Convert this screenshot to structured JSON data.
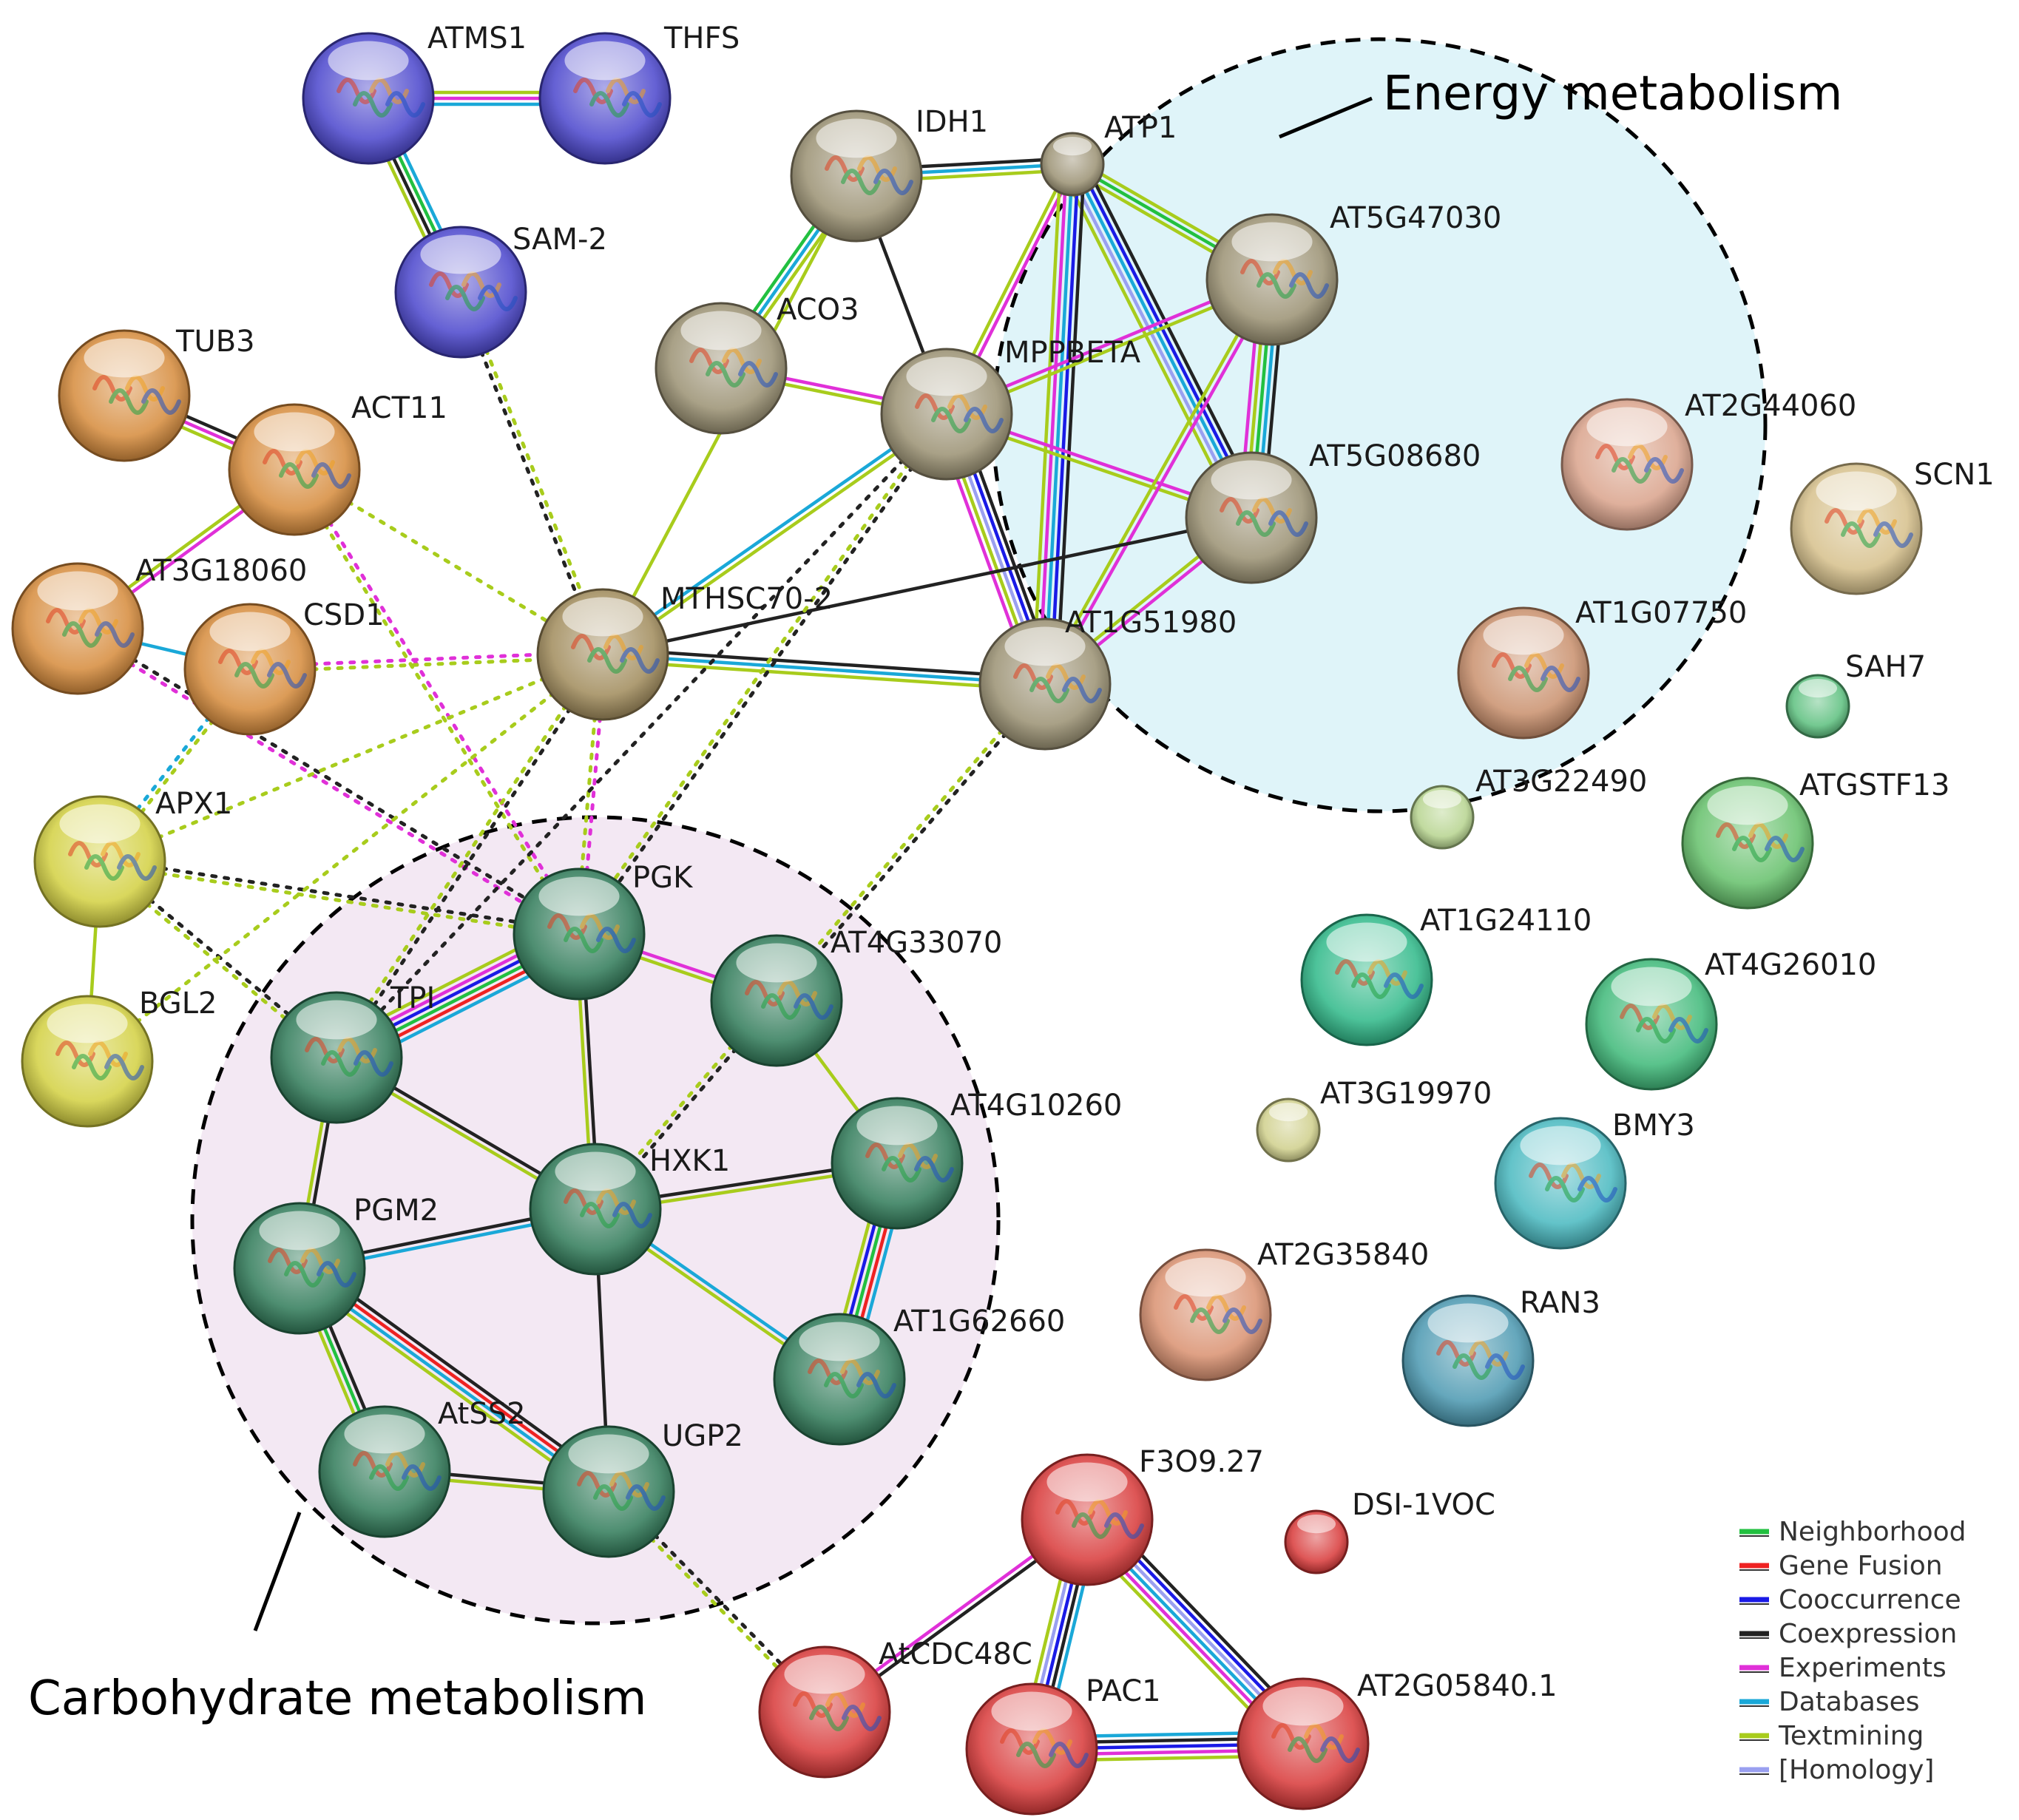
{
  "clusters": [
    {
      "id": "energy",
      "label": "Energy metabolism",
      "fill": "#dff4f9"
    },
    {
      "id": "carb",
      "label": "Carbohydrate metabolism",
      "fill": "#f3e8f3"
    }
  ],
  "colors": {
    "neighborhood": "#22c040",
    "fusion": "#ee2222",
    "cooccurrence": "#1a1ae6",
    "coexpression": "#222222",
    "experiments": "#e030d8",
    "databases": "#1aa8d8",
    "textmining": "#a8cc1c",
    "homology": "#9aa0f0"
  },
  "nodes": [
    {
      "id": "ATMS1",
      "label": "ATMS1",
      "color": "#4a45cc",
      "size": "large"
    },
    {
      "id": "THFS",
      "label": "THFS",
      "color": "#4a45cc",
      "size": "large"
    },
    {
      "id": "SAM-2",
      "label": "SAM-2",
      "color": "#4a45cc",
      "size": "large"
    },
    {
      "id": "TUB3",
      "label": "TUB3",
      "color": "#d68a3a",
      "size": "large"
    },
    {
      "id": "ACT11",
      "label": "ACT11",
      "color": "#d68a3a",
      "size": "large"
    },
    {
      "id": "AT3G18060",
      "label": "AT3G18060",
      "color": "#d68a3a",
      "size": "large"
    },
    {
      "id": "CSD1",
      "label": "CSD1",
      "color": "#d68a3a",
      "size": "large"
    },
    {
      "id": "APX1",
      "label": "APX1",
      "color": "#d2d040",
      "size": "large"
    },
    {
      "id": "BGL2",
      "label": "BGL2",
      "color": "#d2d040",
      "size": "large"
    },
    {
      "id": "MTHSC70-2",
      "label": "MTHSC70-2",
      "color": "#a08a5a",
      "size": "large"
    },
    {
      "id": "IDH1",
      "label": "IDH1",
      "color": "#9a9072",
      "size": "large"
    },
    {
      "id": "ATP1",
      "label": "ATP1",
      "color": "#9a9072",
      "size": "small"
    },
    {
      "id": "ACO3",
      "label": "ACO3",
      "color": "#9a9072",
      "size": "large"
    },
    {
      "id": "MPPBETA",
      "label": "MPPBETA",
      "color": "#9a9072",
      "size": "large"
    },
    {
      "id": "AT5G47030",
      "label": "AT5G47030",
      "color": "#9a9072",
      "size": "large"
    },
    {
      "id": "AT5G08680",
      "label": "AT5G08680",
      "color": "#9a9072",
      "size": "large"
    },
    {
      "id": "AT1G51980",
      "label": "AT1G51980",
      "color": "#9a9072",
      "size": "large"
    },
    {
      "id": "PGK",
      "label": "PGK",
      "color": "#2f7a58",
      "size": "large"
    },
    {
      "id": "AT4G33070",
      "label": "AT4G33070",
      "color": "#2f7a58",
      "size": "large"
    },
    {
      "id": "TPI",
      "label": "TPI",
      "color": "#2f7a58",
      "size": "large"
    },
    {
      "id": "HXK1",
      "label": "HXK1",
      "color": "#2f7a58",
      "size": "large"
    },
    {
      "id": "AT4G10260",
      "label": "AT4G10260",
      "color": "#2f7a58",
      "size": "large"
    },
    {
      "id": "PGM2",
      "label": "PGM2",
      "color": "#2f7a58",
      "size": "large"
    },
    {
      "id": "AT1G62660",
      "label": "AT1G62660",
      "color": "#2f7a58",
      "size": "large"
    },
    {
      "id": "AtSS2",
      "label": "AtSS2",
      "color": "#2f7a58",
      "size": "large"
    },
    {
      "id": "UGP2",
      "label": "UGP2",
      "color": "#2f7a58",
      "size": "large"
    },
    {
      "id": "AT2G44060",
      "label": "AT2G44060",
      "color": "#d9a28a",
      "size": "large"
    },
    {
      "id": "SCN1",
      "label": "SCN1",
      "color": "#d6c08a",
      "size": "large"
    },
    {
      "id": "AT1G07750",
      "label": "AT1G07750",
      "color": "#c98f6c",
      "size": "large"
    },
    {
      "id": "SAH7",
      "label": "SAH7",
      "color": "#5cbf7e",
      "size": "small"
    },
    {
      "id": "AT3G22490",
      "label": "AT3G22490",
      "color": "#b6d48e",
      "size": "small"
    },
    {
      "id": "ATGSTF13",
      "label": "ATGSTF13",
      "color": "#64c06a",
      "size": "large"
    },
    {
      "id": "AT1G24110",
      "label": "AT1G24110",
      "color": "#2eb888",
      "size": "large"
    },
    {
      "id": "AT4G26010",
      "label": "AT4G26010",
      "color": "#3db878",
      "size": "large"
    },
    {
      "id": "AT3G19970",
      "label": "AT3G19970",
      "color": "#cfcf8a",
      "size": "small"
    },
    {
      "id": "BMY3",
      "label": "BMY3",
      "color": "#48b8c0",
      "size": "large"
    },
    {
      "id": "AT2G35840",
      "label": "AT2G35840",
      "color": "#d99070",
      "size": "large"
    },
    {
      "id": "RAN3",
      "label": "RAN3",
      "color": "#4a98b0",
      "size": "large"
    },
    {
      "id": "F3O9.27",
      "label": "F3O9.27",
      "color": "#d83838",
      "size": "large"
    },
    {
      "id": "DSI-1VOC",
      "label": "DSI-1VOC",
      "color": "#d83838",
      "size": "small"
    },
    {
      "id": "AtCDC48C",
      "label": "AtCDC48C",
      "color": "#d83838",
      "size": "large"
    },
    {
      "id": "PAC1",
      "label": "PAC1",
      "color": "#d83838",
      "size": "large"
    },
    {
      "id": "AT2G05840.1",
      "label": "AT2G05840.1",
      "color": "#d83838",
      "size": "large"
    }
  ],
  "edges": [
    {
      "a": "ATMS1",
      "b": "THFS",
      "types": [
        "textmining",
        "experiments",
        "databases"
      ]
    },
    {
      "a": "ATMS1",
      "b": "SAM-2",
      "types": [
        "databases",
        "neighborhood",
        "coexpression",
        "textmining"
      ]
    },
    {
      "a": "TUB3",
      "b": "ACT11",
      "types": [
        "coexpression",
        "experiments",
        "textmining"
      ]
    },
    {
      "a": "ACT11",
      "b": "AT3G18060",
      "types": [
        "experiments",
        "textmining"
      ]
    },
    {
      "a": "AT3G18060",
      "b": "CSD1",
      "types": [
        "databases"
      ]
    },
    {
      "a": "APX1",
      "b": "BGL2",
      "types": [
        "textmining"
      ]
    },
    {
      "a": "IDH1",
      "b": "ATP1",
      "types": [
        "coexpression",
        "databases",
        "textmining"
      ]
    },
    {
      "a": "IDH1",
      "b": "ACO3",
      "types": [
        "textmining",
        "databases",
        "neighborhood"
      ]
    },
    {
      "a": "IDH1",
      "b": "MPPBETA",
      "types": [
        "coexpression"
      ]
    },
    {
      "a": "ATP1",
      "b": "MPPBETA",
      "types": [
        "experiments",
        "textmining"
      ]
    },
    {
      "a": "ATP1",
      "b": "AT5G47030",
      "types": [
        "textmining",
        "neighborhood",
        "textmining"
      ]
    },
    {
      "a": "ATP1",
      "b": "AT5G08680",
      "types": [
        "coexpression",
        "cooccurrence",
        "databases",
        "homology",
        "textmining"
      ]
    },
    {
      "a": "ATP1",
      "b": "AT1G51980",
      "types": [
        "coexpression",
        "cooccurrence",
        "databases",
        "experiments",
        "textmining"
      ]
    },
    {
      "a": "ACO3",
      "b": "MPPBETA",
      "types": [
        "experiments",
        "textmining"
      ]
    },
    {
      "a": "MPPBETA",
      "b": "AT5G47030",
      "types": [
        "experiments",
        "textmining"
      ]
    },
    {
      "a": "MPPBETA",
      "b": "AT5G08680",
      "types": [
        "experiments",
        "textmining"
      ]
    },
    {
      "a": "MPPBETA",
      "b": "AT1G51980",
      "types": [
        "coexpression",
        "cooccurrence",
        "homology",
        "textmining",
        "experiments"
      ]
    },
    {
      "a": "MPPBETA",
      "b": "MTHSC70-2",
      "types": [
        "textmining",
        "databases"
      ]
    },
    {
      "a": "AT5G47030",
      "b": "AT5G08680",
      "types": [
        "coexpression",
        "databases",
        "neighborhood",
        "textmining",
        "experiments"
      ]
    },
    {
      "a": "AT5G47030",
      "b": "AT1G51980",
      "types": [
        "experiments",
        "textmining"
      ]
    },
    {
      "a": "AT5G08680",
      "b": "AT1G51980",
      "types": [
        "experiments",
        "textmining"
      ]
    },
    {
      "a": "MTHSC70-2",
      "b": "AT1G51980",
      "types": [
        "coexpression",
        "databases",
        "textmining"
      ]
    },
    {
      "a": "MTHSC70-2",
      "b": "AT5G08680",
      "types": [
        "coexpression"
      ]
    },
    {
      "a": "MTHSC70-2",
      "b": "IDH1",
      "types": [
        "textmining"
      ]
    },
    {
      "a": "PGK",
      "b": "TPI",
      "types": [
        "databases",
        "fusion",
        "neighborhood",
        "cooccurrence",
        "experiments",
        "textmining"
      ]
    },
    {
      "a": "PGK",
      "b": "AT4G33070",
      "types": [
        "experiments",
        "textmining"
      ]
    },
    {
      "a": "PGK",
      "b": "HXK1",
      "types": [
        "coexpression",
        "textmining"
      ]
    },
    {
      "a": "TPI",
      "b": "HXK1",
      "types": [
        "coexpression",
        "textmining"
      ]
    },
    {
      "a": "TPI",
      "b": "PGM2",
      "types": [
        "coexpression",
        "textmining"
      ]
    },
    {
      "a": "AT4G33070",
      "b": "AT4G10260",
      "types": [
        "textmining"
      ]
    },
    {
      "a": "HXK1",
      "b": "AT4G10260",
      "types": [
        "coexpression",
        "textmining"
      ]
    },
    {
      "a": "HXK1",
      "b": "PGM2",
      "types": [
        "databases",
        "coexpression"
      ]
    },
    {
      "a": "HXK1",
      "b": "AT1G62660",
      "types": [
        "databases",
        "textmining"
      ]
    },
    {
      "a": "HXK1",
      "b": "UGP2",
      "types": [
        "coexpression"
      ]
    },
    {
      "a": "AT4G10260",
      "b": "AT1G62660",
      "types": [
        "databases",
        "fusion",
        "neighborhood",
        "cooccurrence",
        "textmining"
      ]
    },
    {
      "a": "PGM2",
      "b": "AtSS2",
      "types": [
        "coexpression",
        "neighborhood",
        "textmining"
      ]
    },
    {
      "a": "PGM2",
      "b": "UGP2",
      "types": [
        "coexpression",
        "fusion",
        "databases",
        "textmining"
      ]
    },
    {
      "a": "AtSS2",
      "b": "UGP2",
      "types": [
        "coexpression",
        "textmining"
      ]
    },
    {
      "a": "F3O9.27",
      "b": "AtCDC48C",
      "types": [
        "coexpression",
        "experiments"
      ]
    },
    {
      "a": "F3O9.27",
      "b": "PAC1",
      "types": [
        "databases",
        "coexpression",
        "cooccurrence",
        "homology",
        "textmining"
      ]
    },
    {
      "a": "F3O9.27",
      "b": "AT2G05840.1",
      "types": [
        "coexpression",
        "cooccurrence",
        "homology",
        "databases",
        "experiments",
        "textmining"
      ]
    },
    {
      "a": "PAC1",
      "b": "AT2G05840.1",
      "types": [
        "databases",
        "coexpression",
        "cooccurrence",
        "experiments",
        "textmining"
      ]
    }
  ],
  "dotted_edges": [
    {
      "a": "SAM-2",
      "b": "MTHSC70-2",
      "types": [
        "textmining",
        "coexpression"
      ]
    },
    {
      "a": "ACT11",
      "b": "MTHSC70-2",
      "types": [
        "textmining"
      ]
    },
    {
      "a": "ACT11",
      "b": "PGK",
      "types": [
        "experiments",
        "textmining"
      ]
    },
    {
      "a": "AT3G18060",
      "b": "PGK",
      "types": [
        "coexpression",
        "experiments"
      ]
    },
    {
      "a": "CSD1",
      "b": "MTHSC70-2",
      "types": [
        "experiments",
        "textmining"
      ]
    },
    {
      "a": "CSD1",
      "b": "APX1",
      "types": [
        "textmining",
        "databases"
      ]
    },
    {
      "a": "APX1",
      "b": "MTHSC70-2",
      "types": [
        "textmining"
      ]
    },
    {
      "a": "APX1",
      "b": "TPI",
      "types": [
        "coexpression",
        "textmining"
      ]
    },
    {
      "a": "APX1",
      "b": "PGK",
      "types": [
        "coexpression",
        "textmining"
      ]
    },
    {
      "a": "BGL2",
      "b": "MTHSC70-2",
      "types": [
        "textmining"
      ]
    },
    {
      "a": "MTHSC70-2",
      "b": "PGK",
      "types": [
        "experiments",
        "textmining"
      ]
    },
    {
      "a": "MTHSC70-2",
      "b": "TPI",
      "types": [
        "coexpression",
        "textmining"
      ]
    },
    {
      "a": "MPPBETA",
      "b": "PGK",
      "types": [
        "coexpression",
        "textmining"
      ]
    },
    {
      "a": "MPPBETA",
      "b": "TPI",
      "types": [
        "coexpression"
      ]
    },
    {
      "a": "AT1G51980",
      "b": "HXK1",
      "types": [
        "coexpression",
        "textmining"
      ]
    },
    {
      "a": "UGP2",
      "b": "AtCDC48C",
      "types": [
        "coexpression",
        "textmining"
      ]
    }
  ],
  "legend": [
    {
      "label": "Neighborhood",
      "key": "neighborhood"
    },
    {
      "label": "Gene Fusion",
      "key": "fusion"
    },
    {
      "label": "Cooccurrence",
      "key": "cooccurrence"
    },
    {
      "label": "Coexpression",
      "key": "coexpression"
    },
    {
      "label": "Experiments",
      "key": "experiments"
    },
    {
      "label": "Databases",
      "key": "databases"
    },
    {
      "label": "Textmining",
      "key": "textmining"
    },
    {
      "label": "[Homology]",
      "key": "homology"
    }
  ]
}
